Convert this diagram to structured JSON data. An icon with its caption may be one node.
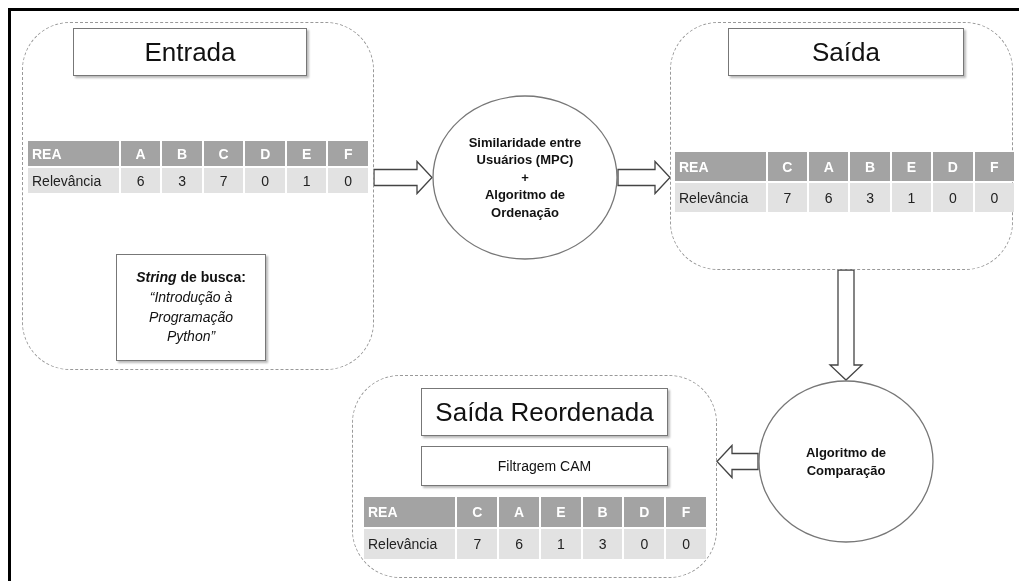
{
  "diagram": {
    "nodes": [
      {
        "text": [],
        "shape": "box"
      },
      {
        "text": [
          "Entrada"
        ],
        "in": 0
      },
      {
        "text": [
          "*String* de busca:",
          "“Introdução à Programação Python”"
        ],
        "in": 0
      },
      {
        "text": [
          "Similaridade entre Usuários (MPC)",
          "+",
          "Algoritmo de Ordenação"
        ]
      },
      {
        "text": [],
        "shape": "box"
      },
      {
        "text": [
          "Saída"
        ],
        "in": 4
      },
      {
        "text": [
          "Algoritmo de Comparação"
        ]
      },
      {
        "text": [],
        "shape": "box"
      },
      {
        "text": [
          "Saída Reordenada"
        ],
        "in": 7
      },
      {
        "text": [
          "Filtragem CAM"
        ],
        "in": 7
      }
    ],
    "edges": [
      {
        "from": 0,
        "to": 3,
        "arrow": "to"
      },
      {
        "from": 3,
        "to": 4,
        "arrow": "to"
      },
      {
        "from": 4,
        "to": 6,
        "arrow": "to"
      },
      {
        "from": 6,
        "to": 7,
        "arrow": "to"
      }
    ],
    "labels": [
      "REA",
      "A",
      "B",
      "C",
      "D",
      "E",
      "F",
      "Relevância",
      "6",
      "3",
      "7",
      "0",
      "1",
      "0",
      "REA",
      "C",
      "A",
      "B",
      "E",
      "D",
      "F",
      "Relevância",
      "7",
      "6",
      "3",
      "1",
      "0",
      "0",
      "REA",
      "C",
      "A",
      "E",
      "B",
      "D",
      "F",
      "Relevância",
      "7",
      "6",
      "1",
      "3",
      "0",
      "0"
    ]
  }
}
